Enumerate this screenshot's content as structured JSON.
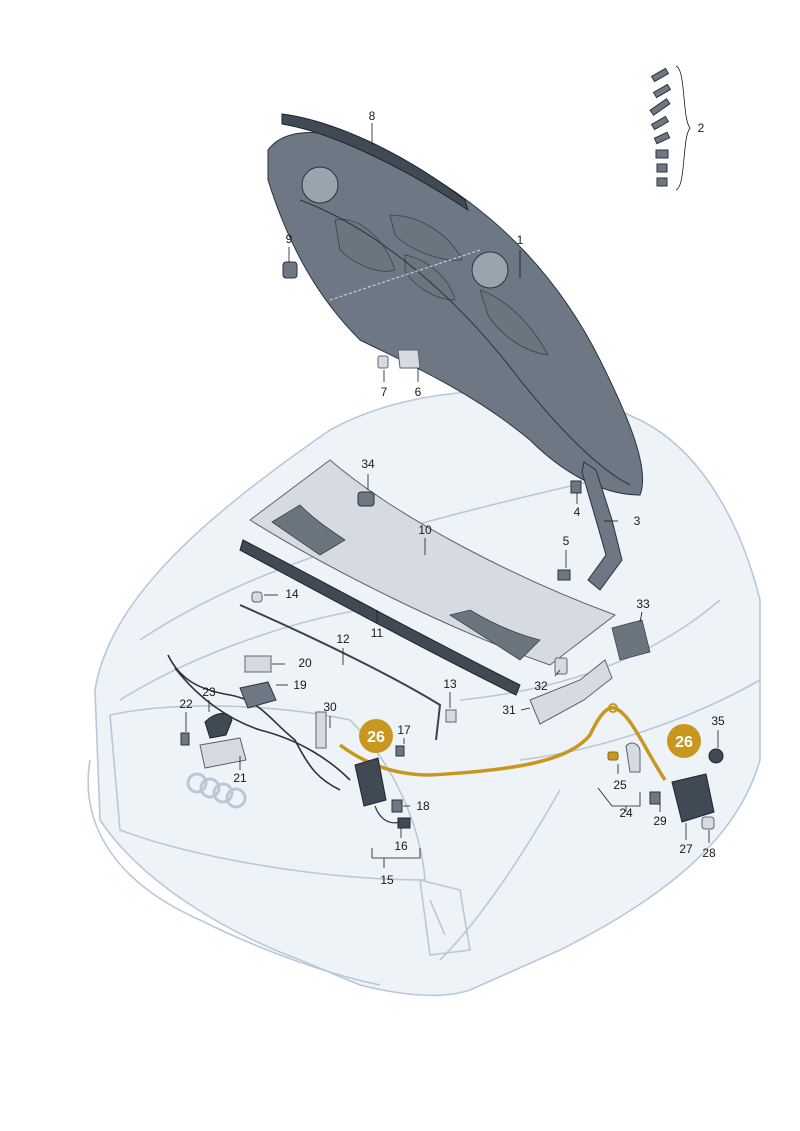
{
  "colors": {
    "highlight": "#c9971f",
    "badge": "#c9971f",
    "body_outline": "#b9c8d8",
    "body_fill": "#eef3f8",
    "part_dark": "#3f4a55"
  },
  "labels": {
    "p1": "1",
    "p2": "2",
    "p3": "3",
    "p4": "4",
    "p5": "5",
    "p6": "6",
    "p7": "7",
    "p8": "8",
    "p9": "9",
    "p10": "10",
    "p11": "11",
    "p12": "12",
    "p13": "13",
    "p14": "14",
    "p15": "15",
    "p16": "16",
    "p17": "17",
    "p18": "18",
    "p19": "19",
    "p20": "20",
    "p21": "21",
    "p22": "22",
    "p23": "23",
    "p24": "24",
    "p25": "25",
    "p27": "27",
    "p28": "28",
    "p29": "29",
    "p30": "30",
    "p31": "31",
    "p32": "32",
    "p33": "33",
    "p34": "34",
    "p35": "35"
  },
  "badges": {
    "left": "26",
    "right": "26"
  },
  "logo_icon": "four-rings-logo-icon"
}
